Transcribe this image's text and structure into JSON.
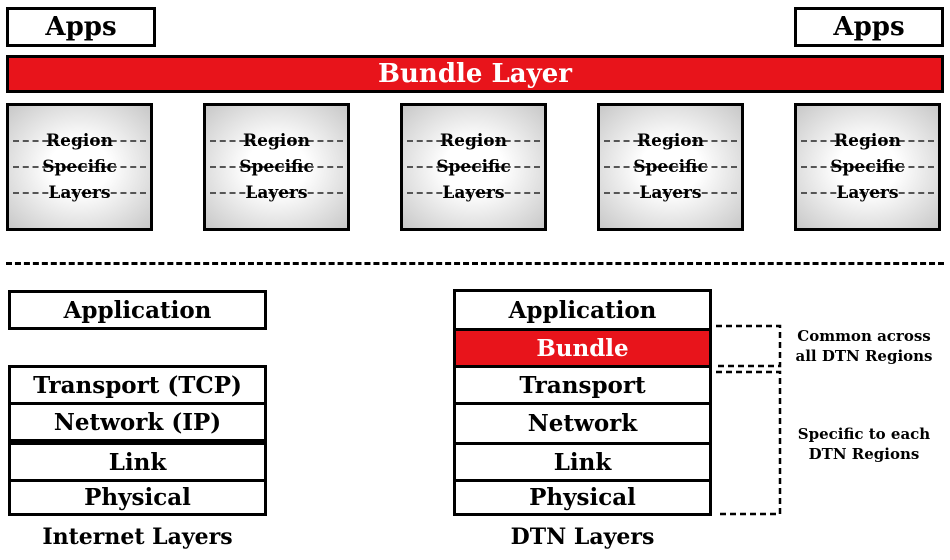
{
  "top": {
    "apps_left": "Apps",
    "apps_right": "Apps",
    "bundle_layer": "Bundle Layer",
    "regions": [
      [
        "Region",
        "Specific",
        "Layers"
      ],
      [
        "Region",
        "Specific",
        "Layers"
      ],
      [
        "Region",
        "Specific",
        "Layers"
      ],
      [
        "Region",
        "Specific",
        "Layers"
      ],
      [
        "Region",
        "Specific",
        "Layers"
      ]
    ]
  },
  "internet": {
    "application": "Application",
    "layers": [
      "Transport (TCP)",
      "Network (IP)",
      "Link",
      "Physical"
    ],
    "caption": "Internet Layers"
  },
  "dtn": {
    "layers": [
      "Application",
      "Bundle",
      "Transport",
      "Network",
      "Link",
      "Physical"
    ],
    "caption": "DTN Layers"
  },
  "notes": {
    "common": [
      "Common across",
      "all DTN Regions"
    ],
    "specific": [
      "Specific to each",
      "DTN Regions"
    ]
  },
  "colors": {
    "bundle_red": "#e8141b"
  }
}
